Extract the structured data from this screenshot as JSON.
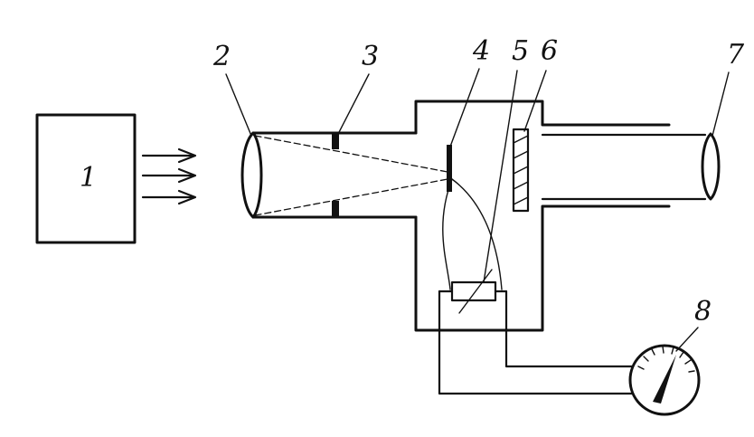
{
  "labels": {
    "source": "1",
    "lens": "2",
    "diaphragm": "3",
    "receiver": "4",
    "resistor": "5",
    "filter": "6",
    "eyepiece": "7",
    "meter": "8"
  },
  "colors": {
    "ink": "#111111",
    "background": "#ffffff"
  }
}
